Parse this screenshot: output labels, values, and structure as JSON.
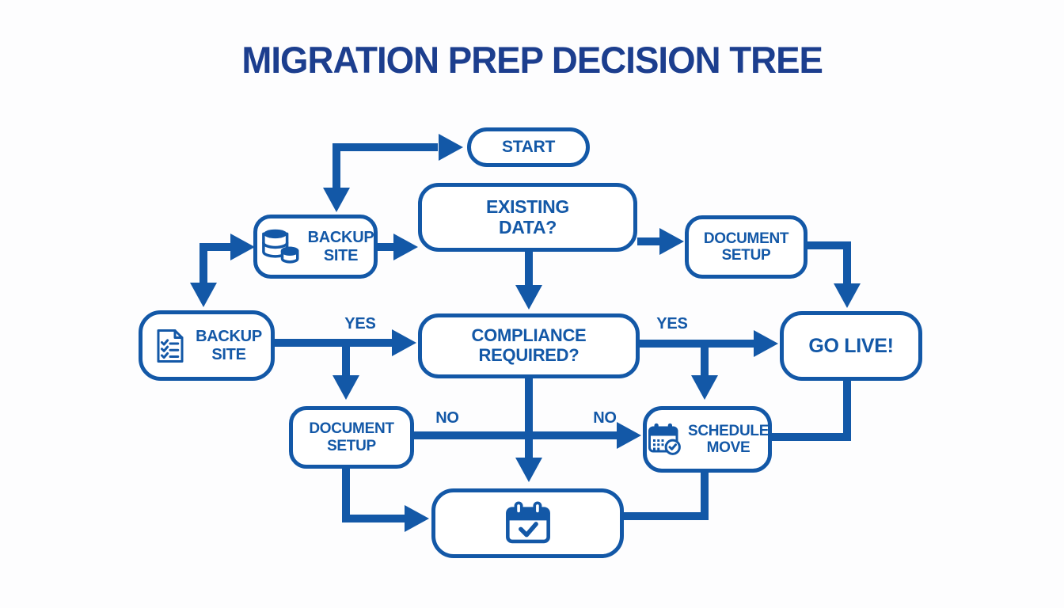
{
  "title": "MIGRATION PREP DECISION TREE",
  "colors": {
    "primary_blue": "#1358A7",
    "title_navy": "#1C3E8E",
    "node_fill": "#FFFFFF",
    "background": "#FDFDFE"
  },
  "nodes": {
    "start": {
      "lines": [
        "START"
      ]
    },
    "existing_data": {
      "lines": [
        "EXISTING",
        "DATA?"
      ]
    },
    "backup_site_db": {
      "lines": [
        "BACKUP",
        "SITE"
      ],
      "icon": "database-icon"
    },
    "document_setup_top": {
      "lines": [
        "DOCUMENT",
        "SETUP"
      ]
    },
    "backup_site_doc": {
      "lines": [
        "BACKUP",
        "SITE"
      ],
      "icon": "checklist-document-icon"
    },
    "compliance_required": {
      "lines": [
        "COMPLIANCE",
        "REQUIRED?"
      ]
    },
    "go_live": {
      "lines": [
        "GO LIVE!"
      ]
    },
    "document_setup_bottom": {
      "lines": [
        "DOCUMENT",
        "SETUP"
      ]
    },
    "schedule_move": {
      "lines": [
        "SCHEDULE",
        "MOVE"
      ],
      "icon": "calendar-check-icon"
    },
    "calendar_milestone": {
      "lines": [],
      "icon": "calendar-check-icon"
    }
  },
  "edge_labels": {
    "yes_left": "YES",
    "yes_right": "YES",
    "no_left": "NO",
    "no_right": "NO"
  }
}
